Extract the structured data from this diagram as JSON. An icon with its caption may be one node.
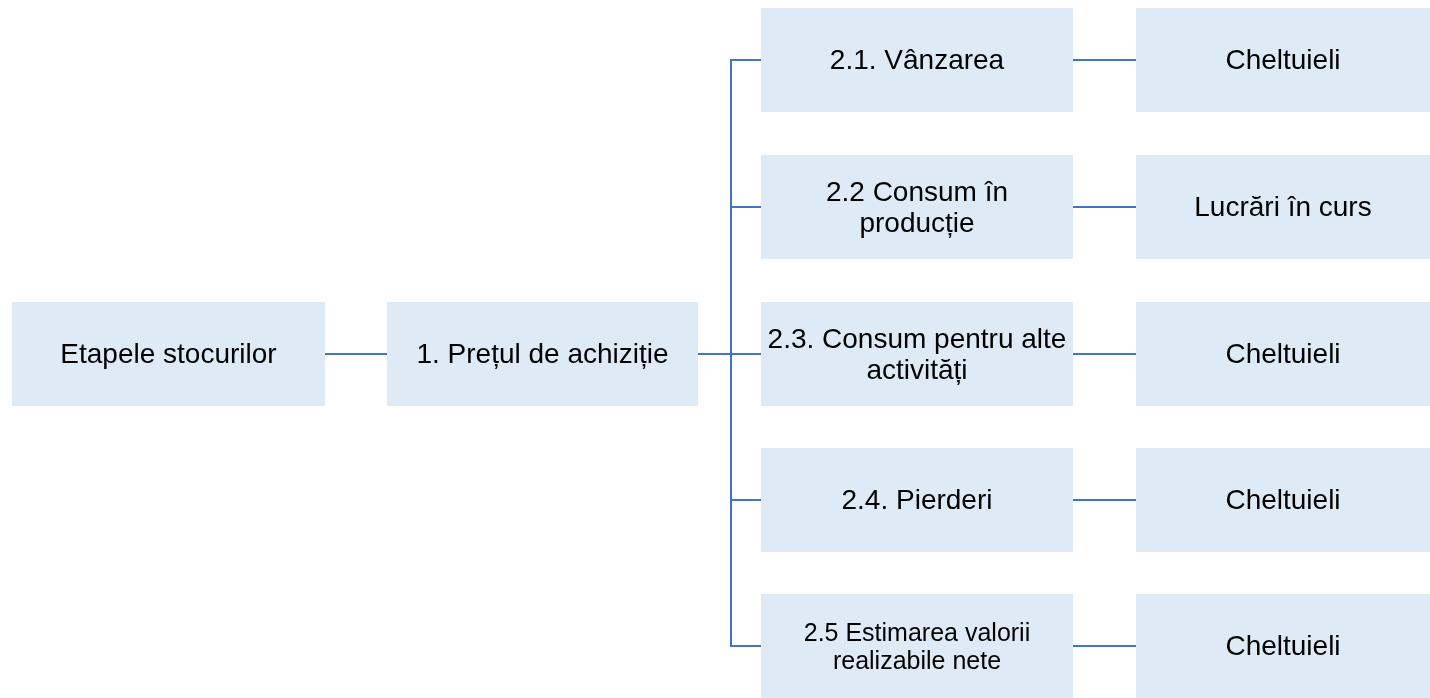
{
  "diagram": {
    "nodes": [
      {
        "text": [
          "Etapele stocurilor"
        ]
      },
      {
        "text": [
          "1. Prețul de achiziție"
        ]
      },
      {
        "text": [
          "2.1. Vânzarea"
        ]
      },
      {
        "text": [
          "2.2 Consum în producție"
        ]
      },
      {
        "text": [
          "2.3. Consum pentru alte activități"
        ]
      },
      {
        "text": [
          "2.4. Pierderi"
        ]
      },
      {
        "text": [
          "2.5 Estimarea valorii realizabile nete"
        ]
      },
      {
        "text": [
          "Cheltuieli"
        ]
      },
      {
        "text": [
          "Lucrări în curs"
        ]
      },
      {
        "text": [
          "Cheltuieli"
        ]
      },
      {
        "text": [
          "Cheltuieli"
        ]
      },
      {
        "text": [
          "Cheltuieli"
        ]
      }
    ],
    "edges": [
      {
        "from": 0,
        "to": 1,
        "arrow": "none"
      },
      {
        "from": 1,
        "to": 2,
        "arrow": "none"
      },
      {
        "from": 1,
        "to": 3,
        "arrow": "none"
      },
      {
        "from": 1,
        "to": 4,
        "arrow": "none"
      },
      {
        "from": 1,
        "to": 5,
        "arrow": "none"
      },
      {
        "from": 1,
        "to": 6,
        "arrow": "none"
      },
      {
        "from": 2,
        "to": 7,
        "arrow": "none"
      },
      {
        "from": 3,
        "to": 8,
        "arrow": "none"
      },
      {
        "from": 4,
        "to": 9,
        "arrow": "none"
      },
      {
        "from": 5,
        "to": 10,
        "arrow": "none"
      },
      {
        "from": 6,
        "to": 11,
        "arrow": "none"
      }
    ]
  }
}
